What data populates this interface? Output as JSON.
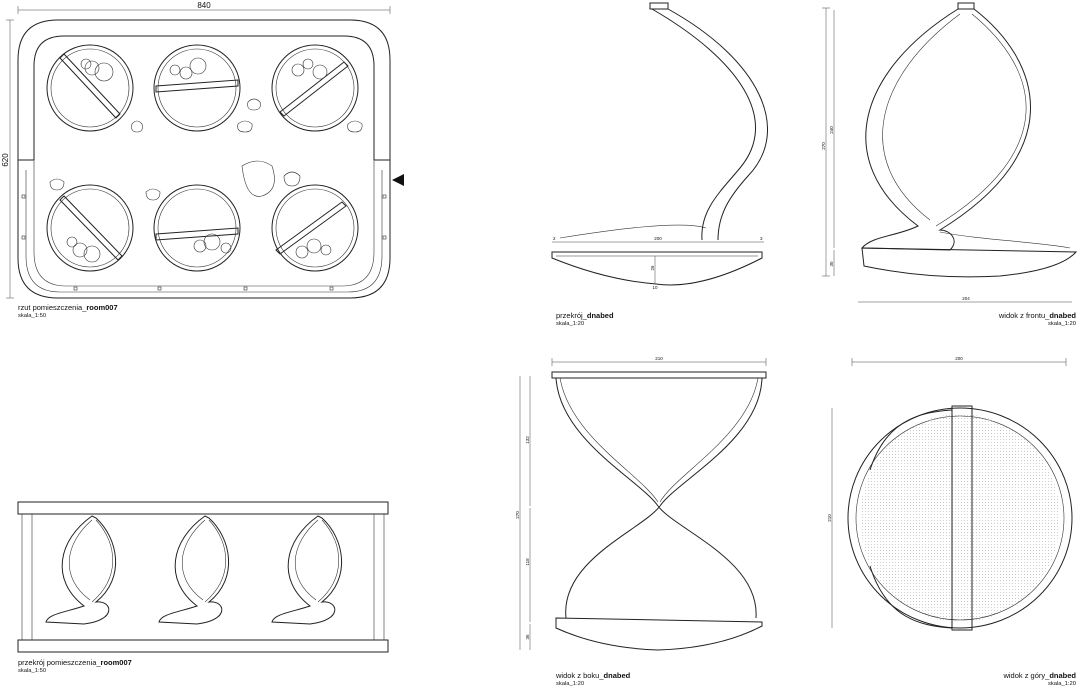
{
  "dimensions": {
    "plan_width": "840",
    "plan_height": "620",
    "section_width": "200",
    "section_mid": "26",
    "section_left": "2",
    "section_right": "3",
    "section_bottom": "10",
    "front_height": "270",
    "front_inner": "240",
    "front_base": "30",
    "front_width": "204",
    "side_width": "210",
    "side_height": "270",
    "side_upper": "132",
    "side_mid": "118",
    "side_base": "36",
    "top_width": "200",
    "top_height": "210"
  },
  "captions": {
    "plan": {
      "prefix": "rzut pomieszczenia_",
      "bold": "room007",
      "scale": "skala_1:50"
    },
    "section": {
      "prefix": "przekrój_",
      "bold": "dnabed",
      "scale": "skala_1:20"
    },
    "front": {
      "prefix": "widok z frontu_",
      "bold": "dnabed",
      "scale": "skala_1:20"
    },
    "room_section": {
      "prefix": "przekrój pomieszczenia_",
      "bold": "room007",
      "scale": "skala_1:50"
    },
    "side": {
      "prefix": "widok z boku_",
      "bold": "dnabed",
      "scale": "skala_1:20"
    },
    "top": {
      "prefix": "widok z góry_",
      "bold": "dnabed",
      "scale": "skala_1:20"
    }
  },
  "symbols": {
    "entrance_marker": "triangle-arrow-icon"
  }
}
